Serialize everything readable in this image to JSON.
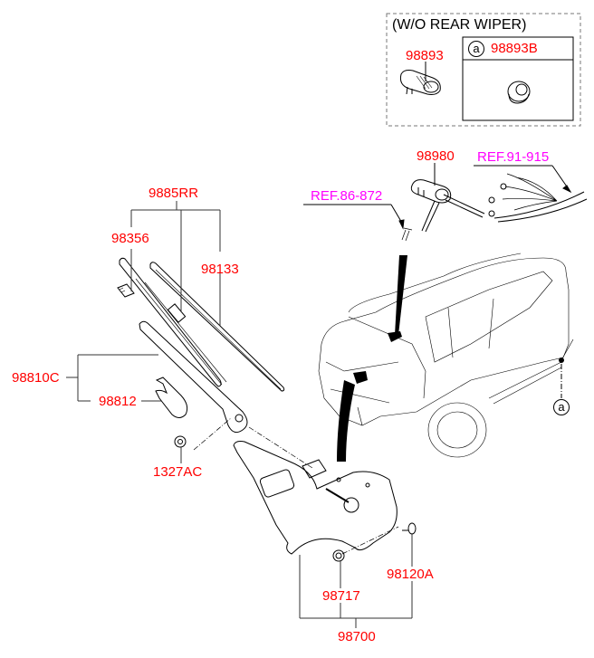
{
  "colors": {
    "part_label": "#ff0000",
    "reference_label": "#ff00ff",
    "line": "#000000",
    "background": "#ffffff"
  },
  "inset": {
    "title": "(W/O REAR WIPER)",
    "parts": [
      {
        "number": "98893"
      },
      {
        "number": "98893B",
        "callout": "a"
      }
    ]
  },
  "references": [
    {
      "text": "REF.86-872"
    },
    {
      "text": "REF.91-915"
    }
  ],
  "parts": {
    "washer_nozzle": "98980",
    "blade_assy": "9885RR",
    "blade_adapter": "98356",
    "blade_refill": "98133",
    "arm_assy": "98810C",
    "arm_cap": "98812",
    "nut": "1327AC",
    "motor_assy": "98700",
    "grommet": "98717",
    "bolt": "98120A"
  },
  "callout_marker": "a"
}
